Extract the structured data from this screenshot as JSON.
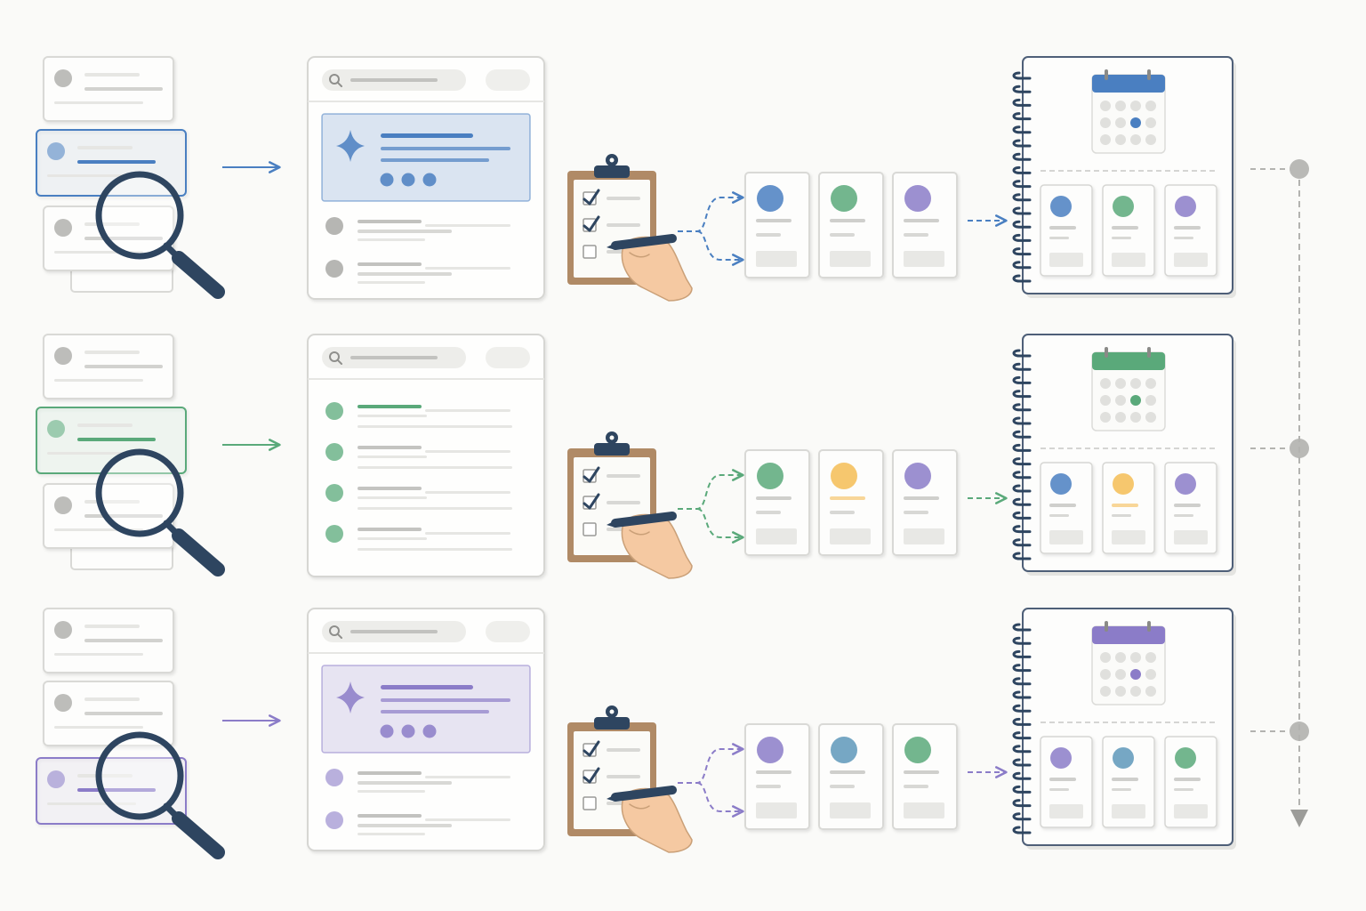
{
  "colors": {
    "blue": "#4a7fc1",
    "green": "#5aa97a",
    "purple": "#8b7cc8",
    "orange": "#f5bd55",
    "teal": "#5e98ba",
    "dark": "#2e4560",
    "clipboard": "#b08a66",
    "skin": "#f5c9a2",
    "timeline": "#b3b3b0"
  },
  "icons": [
    "magnifier-icon",
    "search-icon",
    "sparkle-icon",
    "clipboard-icon",
    "checkmark-icon",
    "pen-icon",
    "hand-icon",
    "calendar-icon",
    "notebook-icon",
    "arrow-right-icon",
    "timeline-arrow-down-icon"
  ],
  "rows": [
    {
      "id": "row-1",
      "accent": "blue",
      "source_cards": 3,
      "highlighted_source": 1,
      "result_type": "highlight",
      "result_items": 2,
      "option_colors": [
        "blue",
        "green",
        "purple"
      ],
      "calendar_accent": "blue",
      "notebook_colors": [
        "blue",
        "green",
        "purple"
      ]
    },
    {
      "id": "row-2",
      "accent": "green",
      "source_cards": 3,
      "highlighted_source": 1,
      "result_type": "list",
      "result_items": 4,
      "option_colors": [
        "green",
        "orange",
        "purple"
      ],
      "calendar_accent": "green",
      "notebook_colors": [
        "blue",
        "orange",
        "purple"
      ]
    },
    {
      "id": "row-3",
      "accent": "purple",
      "source_cards": 3,
      "highlighted_source": 2,
      "result_type": "highlight",
      "result_items": 2,
      "option_colors": [
        "purple",
        "teal",
        "green"
      ],
      "calendar_accent": "purple",
      "notebook_colors": [
        "purple",
        "teal",
        "green"
      ]
    }
  ]
}
